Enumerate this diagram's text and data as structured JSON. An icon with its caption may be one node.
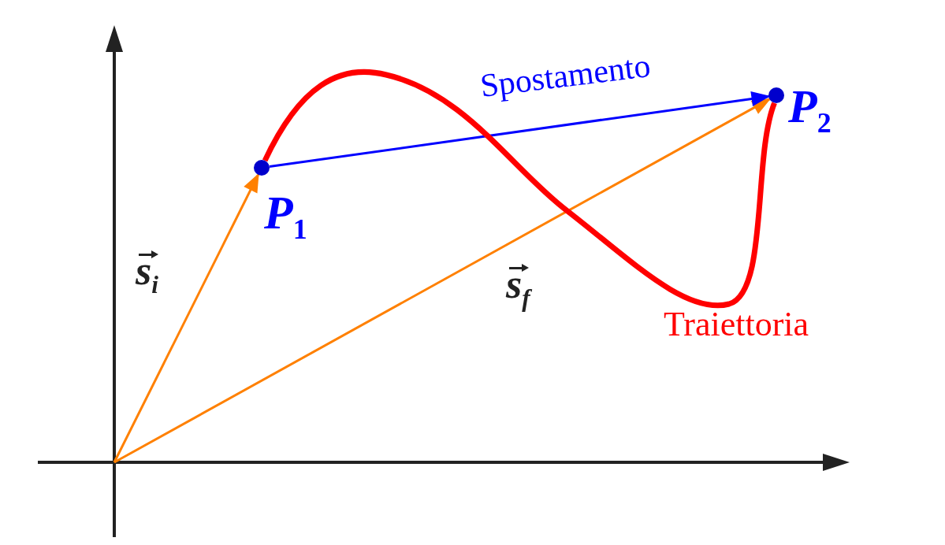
{
  "diagram": {
    "nodes": [
      {
        "text": [],
        "shape": "circle",
        "beside": [
          "P$_{1}$"
        ]
      },
      {
        "text": [],
        "shape": "circle",
        "beside": [
          "P$_{2}$"
        ]
      }
    ],
    "edges": [
      {
        "from": null,
        "to": 0,
        "arrow": "to",
        "label": "s$_{i}$",
        "color": "#ff8000"
      },
      {
        "from": null,
        "to": 1,
        "arrow": "to",
        "label": "s$_{f}$",
        "color": "#ff8000"
      },
      {
        "from": 0,
        "to": 1,
        "arrow": "to",
        "label": "Spostamento",
        "color": "#0000ff"
      },
      {
        "from": 0,
        "to": 1,
        "arrow": "none",
        "label": "Traiettoria",
        "style": "thick",
        "color": "#ff0000"
      }
    ]
  }
}
